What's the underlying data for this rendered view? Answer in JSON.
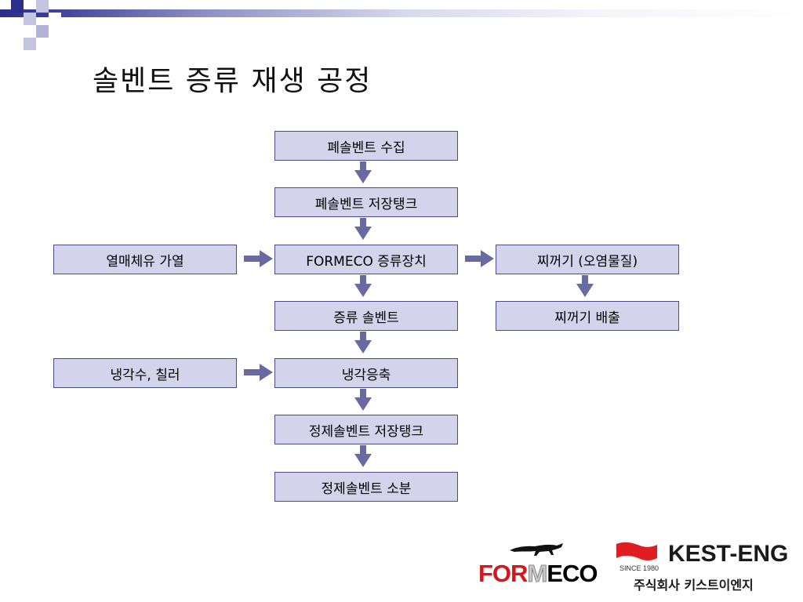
{
  "title": "솔벤트 증류 재생 공정",
  "flow": {
    "main": [
      "폐솔벤트 수집",
      "폐솔벤트 저장탱크",
      "FORMECO 증류장치",
      "증류 솔벤트",
      "냉각응축",
      "정제솔벤트 저장탱크",
      "정제솔벤트 소분"
    ],
    "left": [
      "열매체유 가열",
      "냉각수, 칠러"
    ],
    "right": [
      "찌꺼기 (오염물질)",
      "찌꺼기 배출"
    ]
  },
  "logos": {
    "formeco": {
      "part1": "FOR",
      "part2": "M",
      "part3": "ECO",
      "icon": "panther-icon"
    },
    "kest": {
      "name": "KEST-ENG",
      "since": "SINCE 1980",
      "korean": "주식회사 키스트이엔지",
      "icon": "red-flag-icon"
    }
  },
  "colors": {
    "box_fill": "#d3d3ec",
    "box_border": "#4b4b86",
    "arrow": "#6a6aa3",
    "banner": "#2b2f8a",
    "formeco_red": "#d7161c"
  }
}
